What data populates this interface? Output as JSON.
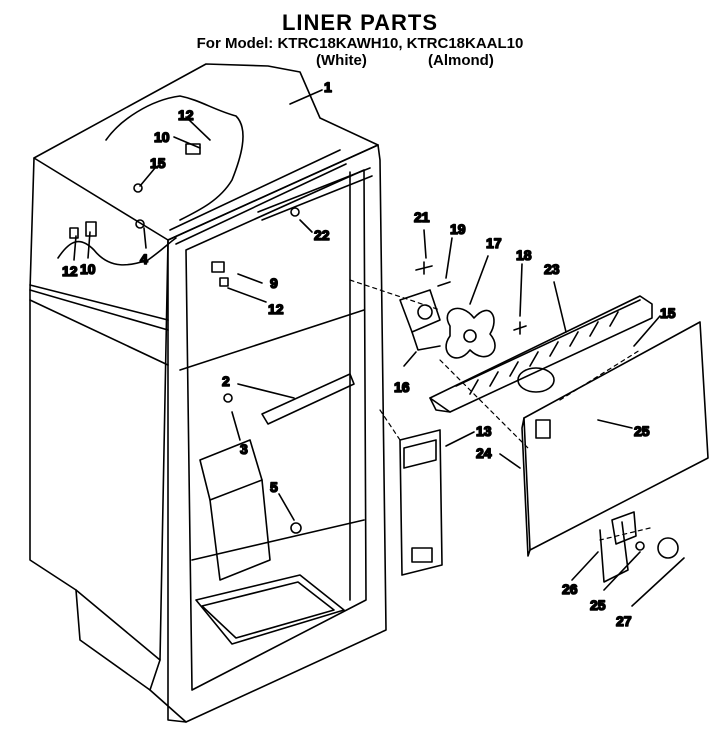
{
  "header": {
    "title": "LINER PARTS",
    "model_line": "For Model: KTRC18KAWH10, KTRC18KAAL10",
    "variant_white": "(White)",
    "variant_almond": "(Almond)"
  },
  "callouts": [
    {
      "key": "c1",
      "label": "1"
    },
    {
      "key": "c12a",
      "label": "12"
    },
    {
      "key": "c10a",
      "label": "10"
    },
    {
      "key": "c15a",
      "label": "15"
    },
    {
      "key": "c12b",
      "label": "12"
    },
    {
      "key": "c10b",
      "label": "10"
    },
    {
      "key": "c4",
      "label": "4"
    },
    {
      "key": "c22",
      "label": "22"
    },
    {
      "key": "c9",
      "label": "9"
    },
    {
      "key": "c12c",
      "label": "12"
    },
    {
      "key": "c2",
      "label": "2"
    },
    {
      "key": "c3",
      "label": "3"
    },
    {
      "key": "c5",
      "label": "5"
    },
    {
      "key": "c21",
      "label": "21"
    },
    {
      "key": "c19",
      "label": "19"
    },
    {
      "key": "c17",
      "label": "17"
    },
    {
      "key": "c18",
      "label": "18"
    },
    {
      "key": "c23",
      "label": "23"
    },
    {
      "key": "c15b",
      "label": "15"
    },
    {
      "key": "c16",
      "label": "16"
    },
    {
      "key": "c13",
      "label": "13"
    },
    {
      "key": "c24",
      "label": "24"
    },
    {
      "key": "c25a",
      "label": "25"
    },
    {
      "key": "c26",
      "label": "26"
    },
    {
      "key": "c25b",
      "label": "25"
    },
    {
      "key": "c27",
      "label": "27"
    }
  ]
}
